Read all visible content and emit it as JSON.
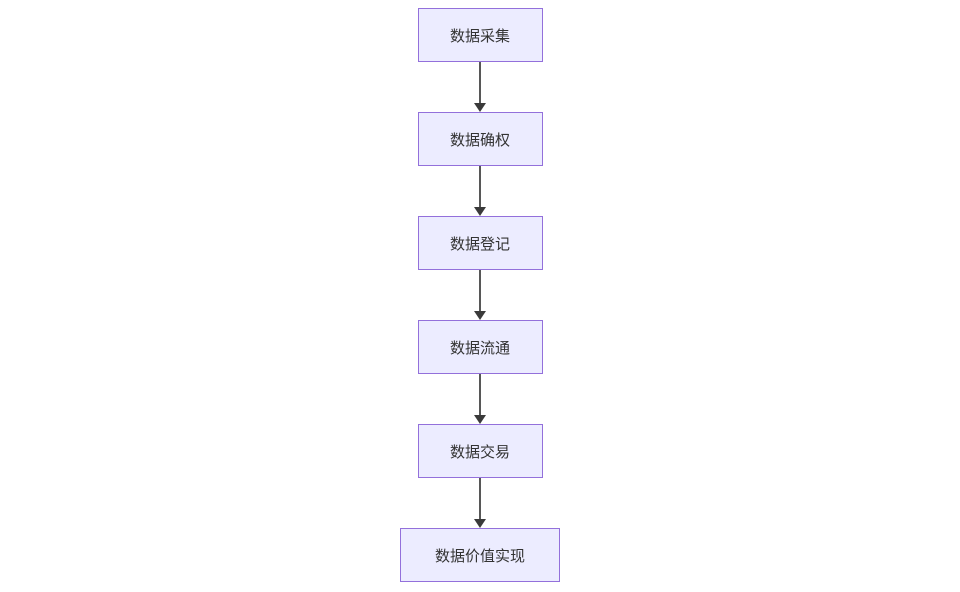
{
  "diagram": {
    "type": "flowchart-vertical",
    "nodes": [
      {
        "id": "A",
        "label": "数据采集"
      },
      {
        "id": "B",
        "label": "数据确权"
      },
      {
        "id": "C",
        "label": "数据登记"
      },
      {
        "id": "D",
        "label": "数据流通"
      },
      {
        "id": "E",
        "label": "数据交易"
      },
      {
        "id": "F",
        "label": "数据价值实现"
      }
    ],
    "edges": [
      {
        "from": "A",
        "to": "B"
      },
      {
        "from": "B",
        "to": "C"
      },
      {
        "from": "C",
        "to": "D"
      },
      {
        "from": "D",
        "to": "E"
      },
      {
        "from": "E",
        "to": "F"
      }
    ],
    "colors": {
      "node_fill": "#ECECFF",
      "node_border": "#9370DB",
      "edge": "#3a3a3a",
      "text": "#333333",
      "background": "#ffffff"
    }
  }
}
